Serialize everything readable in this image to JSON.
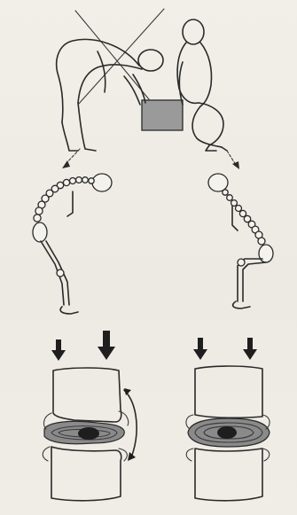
{
  "figure": {
    "background": "#efede6",
    "ink": "#2a2a2a",
    "disc_fill": "#8a8a8a",
    "nucleus_fill": "#1e1e1e",
    "box_fill": "#9a9a9a",
    "icons": [
      "incorrect-lift-figure",
      "correct-lift-figure",
      "spine-flexed",
      "spine-upright",
      "force-arrow",
      "vertebra",
      "intervertebral-disc"
    ]
  }
}
